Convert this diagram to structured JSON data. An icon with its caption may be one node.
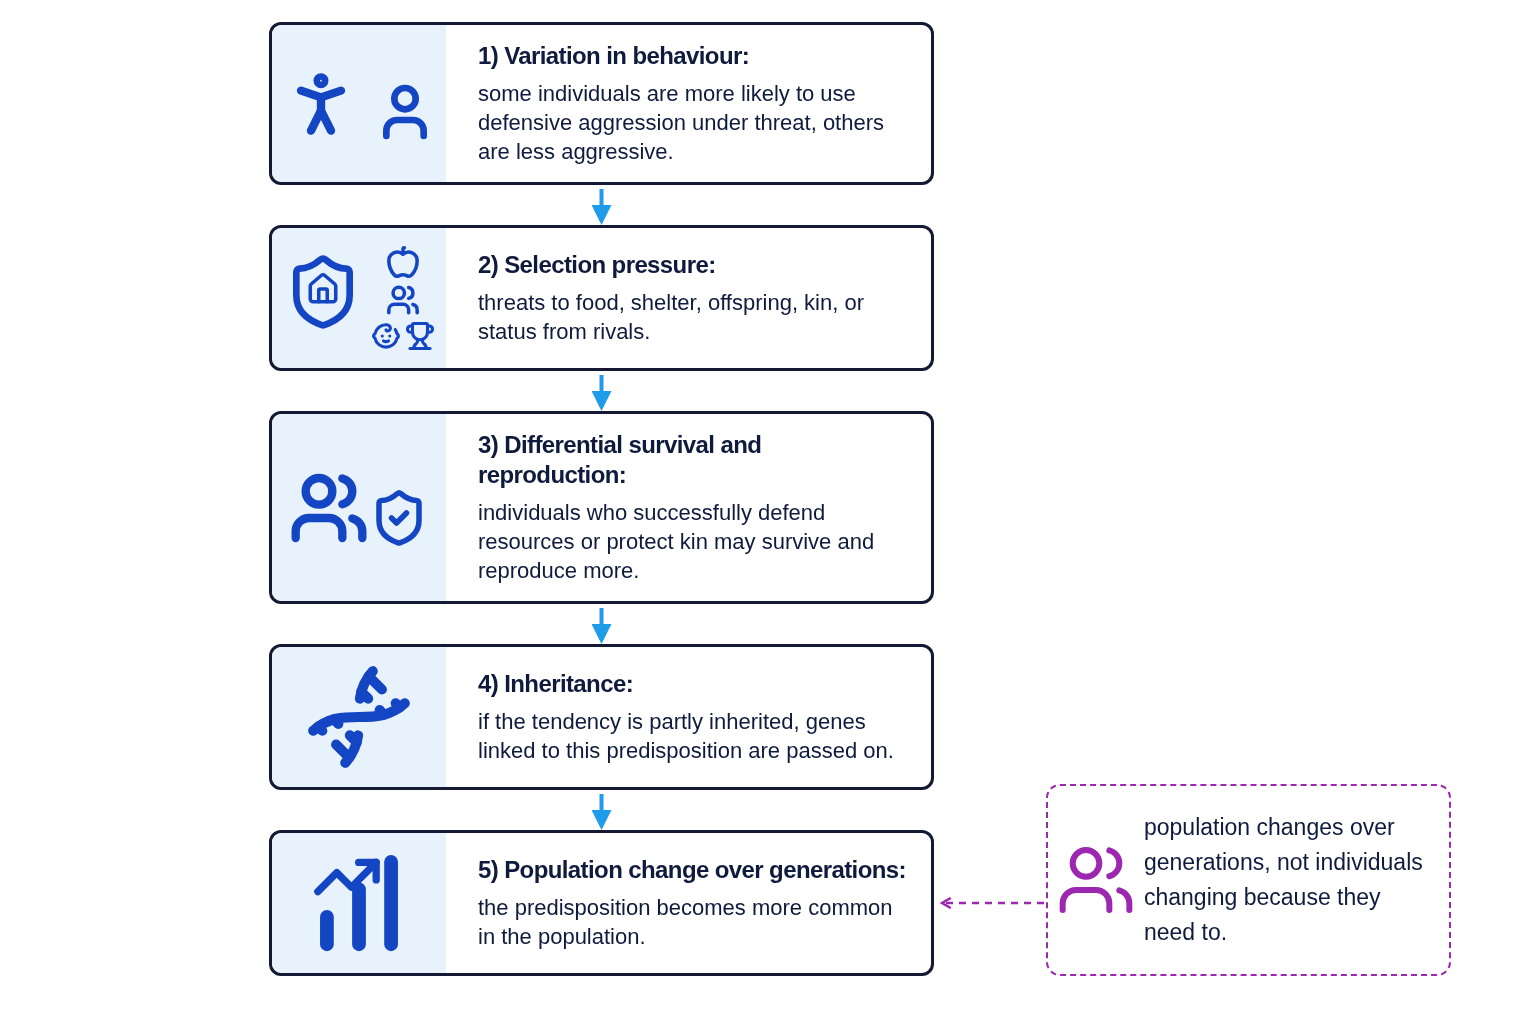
{
  "diagram": {
    "nodes": [
      {
        "text": [
          "1)  Variation in behaviour:",
          "some individuals are more likely to use defensive aggression under threat, others are less aggressive."
        ]
      },
      {
        "text": [
          "2)  Selection pressure:",
          "threats to food, shelter, offspring, kin, or status from rivals."
        ]
      },
      {
        "text": [
          "3)  Differential survival and reproduction:",
          "individuals who successfully defend resources or protect kin may survive and reproduce more."
        ]
      },
      {
        "text": [
          "4)  Inheritance:",
          "if the tendency is partly inherited, genes linked to this predisposition are passed on."
        ]
      },
      {
        "text": [
          "5)  Population change over generations:",
          "the predisposition becomes more common in the population."
        ]
      },
      {
        "text": [
          "population changes over generations, not individuals changing because they need to."
        ]
      }
    ],
    "edges": [
      {
        "from": 0,
        "to": 1,
        "arrow": "to"
      },
      {
        "from": 1,
        "to": 2,
        "arrow": "to"
      },
      {
        "from": 2,
        "to": 3,
        "arrow": "to"
      },
      {
        "from": 3,
        "to": 4,
        "arrow": "to"
      },
      {
        "from": 5,
        "to": 4,
        "arrow": "to",
        "style": "dashed",
        "color": "#9c27b0"
      }
    ]
  }
}
